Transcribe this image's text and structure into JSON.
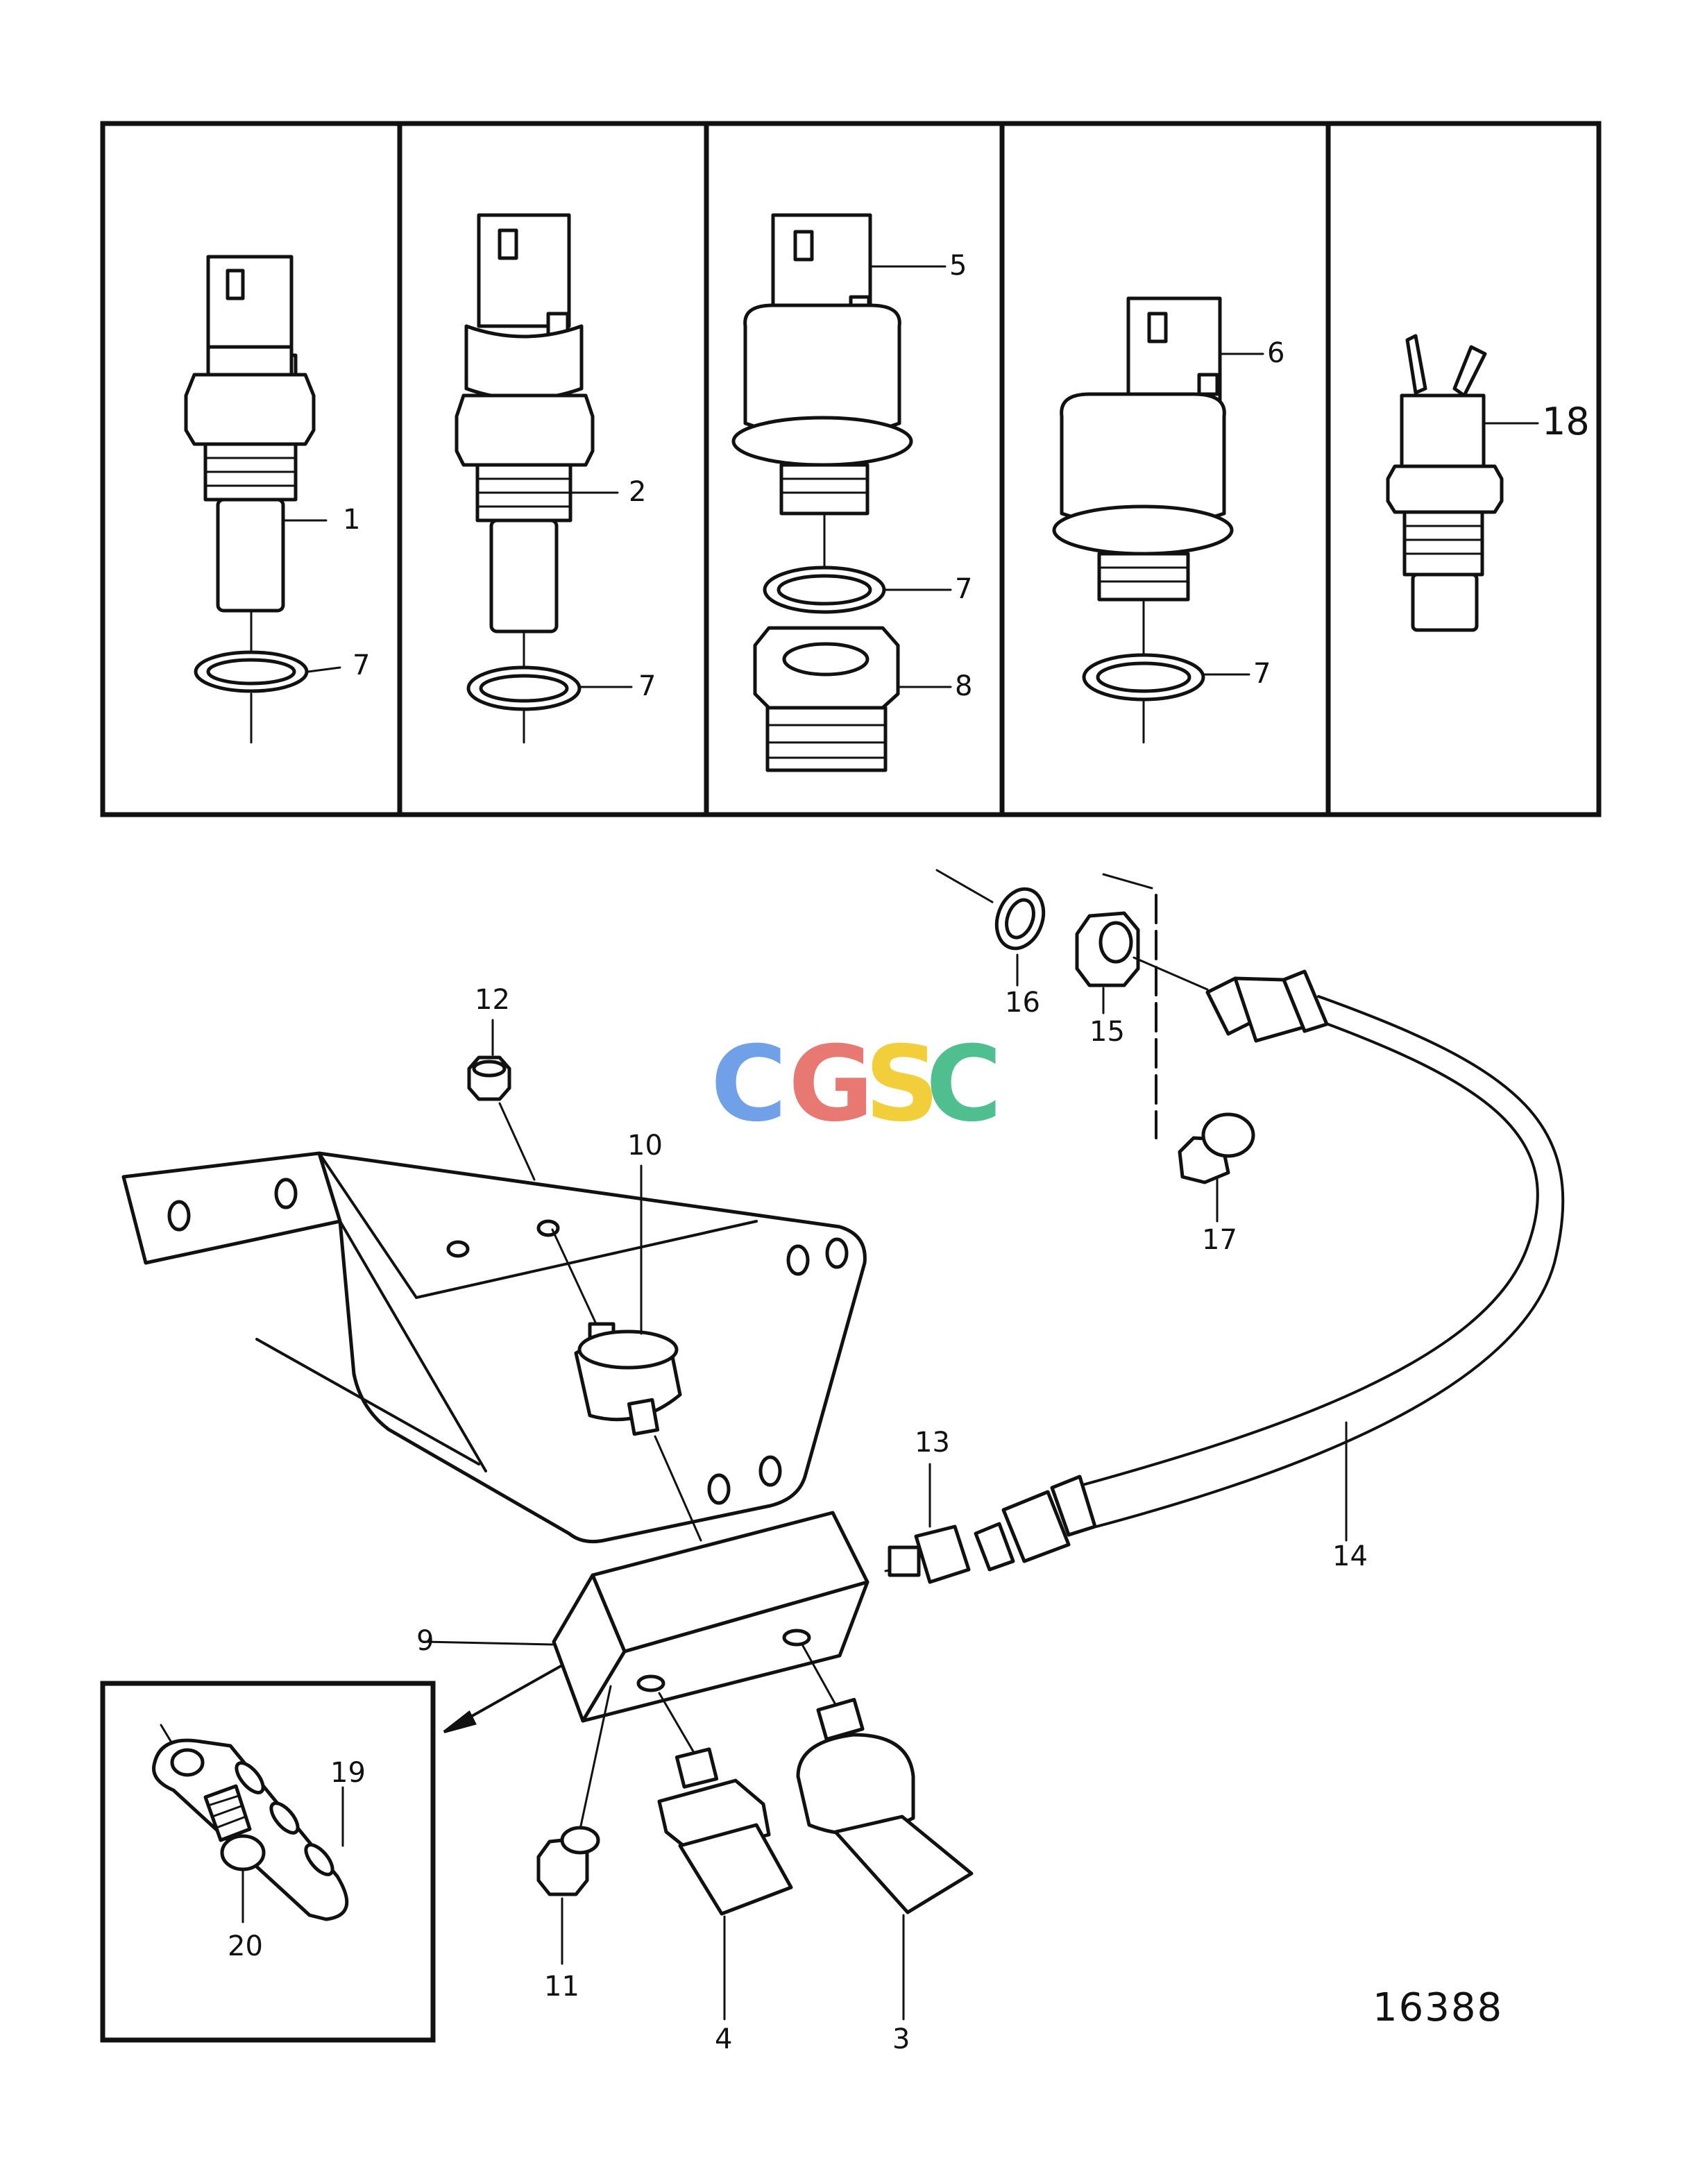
{
  "figure_number": "16388",
  "watermark": {
    "letters": [
      "C",
      "G",
      "S",
      "C"
    ],
    "colors": [
      "#6fa0e8",
      "#e87872",
      "#f2cf3a",
      "#4fbf8f"
    ]
  },
  "top_panels": [
    {
      "id": "panel-1",
      "labels": [
        "1",
        "7"
      ]
    },
    {
      "id": "panel-2",
      "labels": [
        "2",
        "7"
      ]
    },
    {
      "id": "panel-3",
      "labels": [
        "5",
        "7",
        "8"
      ]
    },
    {
      "id": "panel-4",
      "labels": [
        "6",
        "7"
      ]
    },
    {
      "id": "panel-5",
      "labels": [
        "18"
      ]
    }
  ],
  "callouts": {
    "p1": "1",
    "p2": "2",
    "p3": "3",
    "p4": "4",
    "p5": "5",
    "p6": "6",
    "p7": "7",
    "p8": "8",
    "p9": "9",
    "p10": "10",
    "p11": "11",
    "p12": "12",
    "p13": "13",
    "p14": "14",
    "p15": "15",
    "p16": "16",
    "p17": "17",
    "p18": "18",
    "p19": "19",
    "p20": "20"
  }
}
